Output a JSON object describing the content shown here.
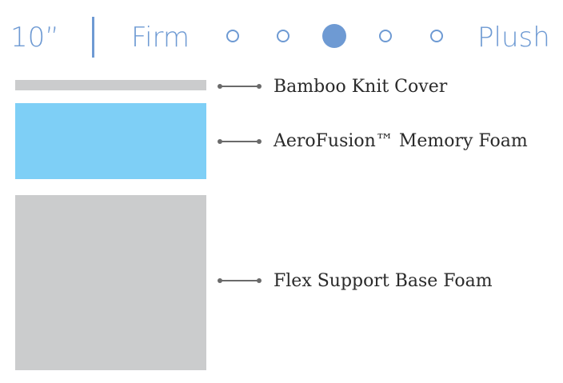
{
  "header": {
    "height": "10”",
    "firm_label": "Firm",
    "plush_label": "Plush",
    "firmness_scale": {
      "levels": 5,
      "selected_level": 3
    }
  },
  "colors": {
    "accent": "#6e9ad3",
    "cover": "#cbcccd",
    "memory_foam": "#7ecff6",
    "base_foam": "#cbcccd",
    "text": "#2a2a2a",
    "connector": "#6a6a6a"
  },
  "layers": [
    {
      "name": "Bamboo Knit Cover"
    },
    {
      "name": "AeroFusion™ Memory Foam"
    },
    {
      "name": "Flex Support Base Foam"
    }
  ]
}
